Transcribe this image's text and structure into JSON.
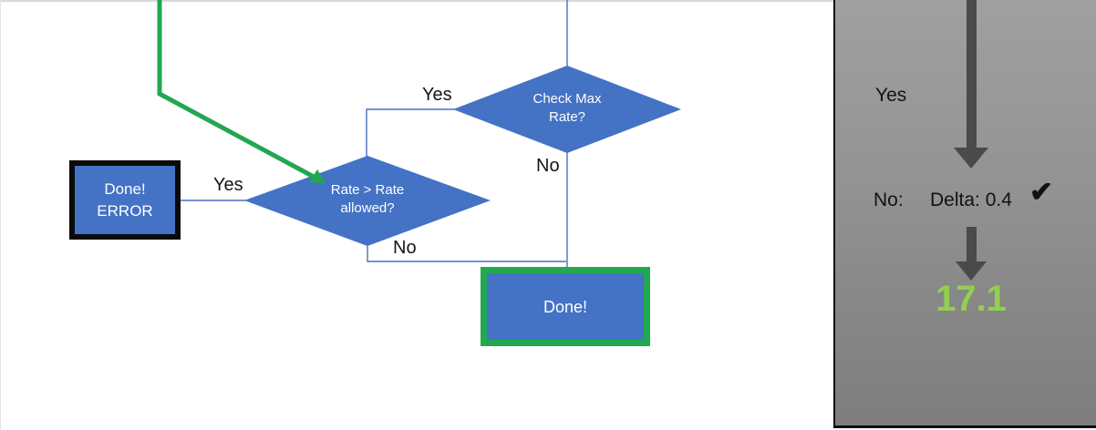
{
  "flowchart": {
    "decision_check_max": {
      "line1": "Check Max",
      "line2": "Rate?",
      "yes_label": "Yes",
      "no_label": "No"
    },
    "decision_rate_allowed": {
      "line1": "Rate > Rate",
      "line2": "allowed?",
      "yes_label": "Yes",
      "no_label": "No"
    },
    "error_box": {
      "line1": "Done!",
      "line2": "ERROR"
    },
    "done_box": {
      "label": "Done!"
    }
  },
  "side_panel": {
    "yes_label": "Yes",
    "no_label": "No:",
    "delta_text": "Delta: 0.4",
    "check_mark": "✔",
    "result_value": "17.1"
  },
  "colors": {
    "shape_blue": "#4472c4",
    "accent_green": "#21a74f",
    "done_border_green": "#22a851",
    "result_green": "#92d050",
    "panel_gray": "#8f8f8f",
    "panel_arrow_gray": "#4a4a4a",
    "error_border_black": "#0a0a0a"
  }
}
